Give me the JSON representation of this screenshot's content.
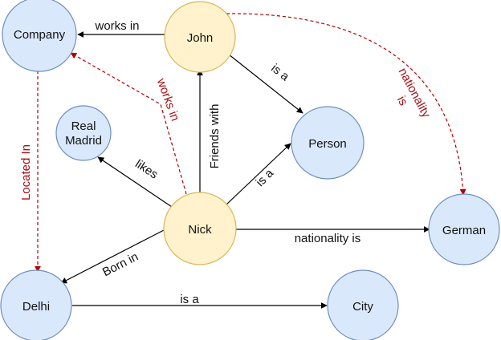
{
  "colors": {
    "entity_fill": "#dae8fc",
    "entity_stroke": "#6c8ebf",
    "person_fill": "#fff2cc",
    "person_stroke": "#d6b656",
    "edge": "#000000",
    "inferred_edge": "#b20000",
    "inferred_text": "#a50f15"
  },
  "nodes": {
    "company": "Company",
    "john": "John",
    "real_madrid_line1": "Real",
    "real_madrid_line2": "Madrid",
    "person": "Person",
    "nick": "Nick",
    "german": "German",
    "delhi": "Delhi",
    "city": "City"
  },
  "edges": {
    "john_company": "works in",
    "john_person": "is a",
    "john_german": "nationality",
    "john_german_2": "is",
    "nick_company": "works in",
    "nick_john": "Friends with",
    "nick_realmadrid": "likes",
    "nick_person": "is a",
    "nick_german": "nationality is",
    "nick_delhi": "Born in",
    "company_delhi": "Located In",
    "delhi_city": "is a"
  }
}
